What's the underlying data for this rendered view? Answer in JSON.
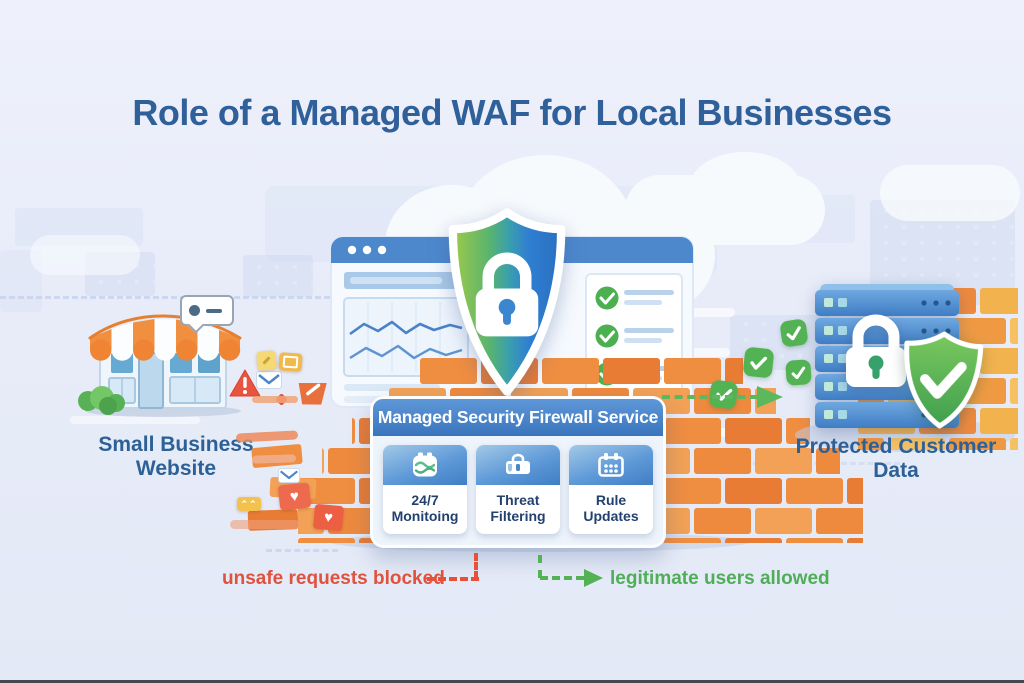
{
  "title": "Role of a Managed WAF for Local Businesses",
  "scene": {
    "left_label": "Small Business Website",
    "right_label": "Protected Customer Data"
  },
  "panel": {
    "header": "Managed Security Firewall Service",
    "cards": [
      {
        "label": "24/7 Monitoing",
        "icon": "monitoring-clock-icon"
      },
      {
        "label": "Threat Filtering",
        "icon": "threat-filter-icon"
      },
      {
        "label": "Rule Updates",
        "icon": "rule-calendar-icon"
      }
    ]
  },
  "flow": {
    "blocked_label": "unsafe requests blocked",
    "allowed_label": "legitimate users allowed"
  },
  "colors": {
    "background": "#e9edf9",
    "title_blue": "#30609a",
    "label_blue": "#2d6096",
    "blocked_red": "#e0523c",
    "allowed_green": "#4fae57",
    "panel_header_blue": "#3a74bc",
    "brick_orange": "#ef8d41",
    "shield_green": "#9fca4a",
    "shield_blue": "#2f7fd2",
    "check_green": "#53b254",
    "server_blue": "#4d88cd"
  }
}
